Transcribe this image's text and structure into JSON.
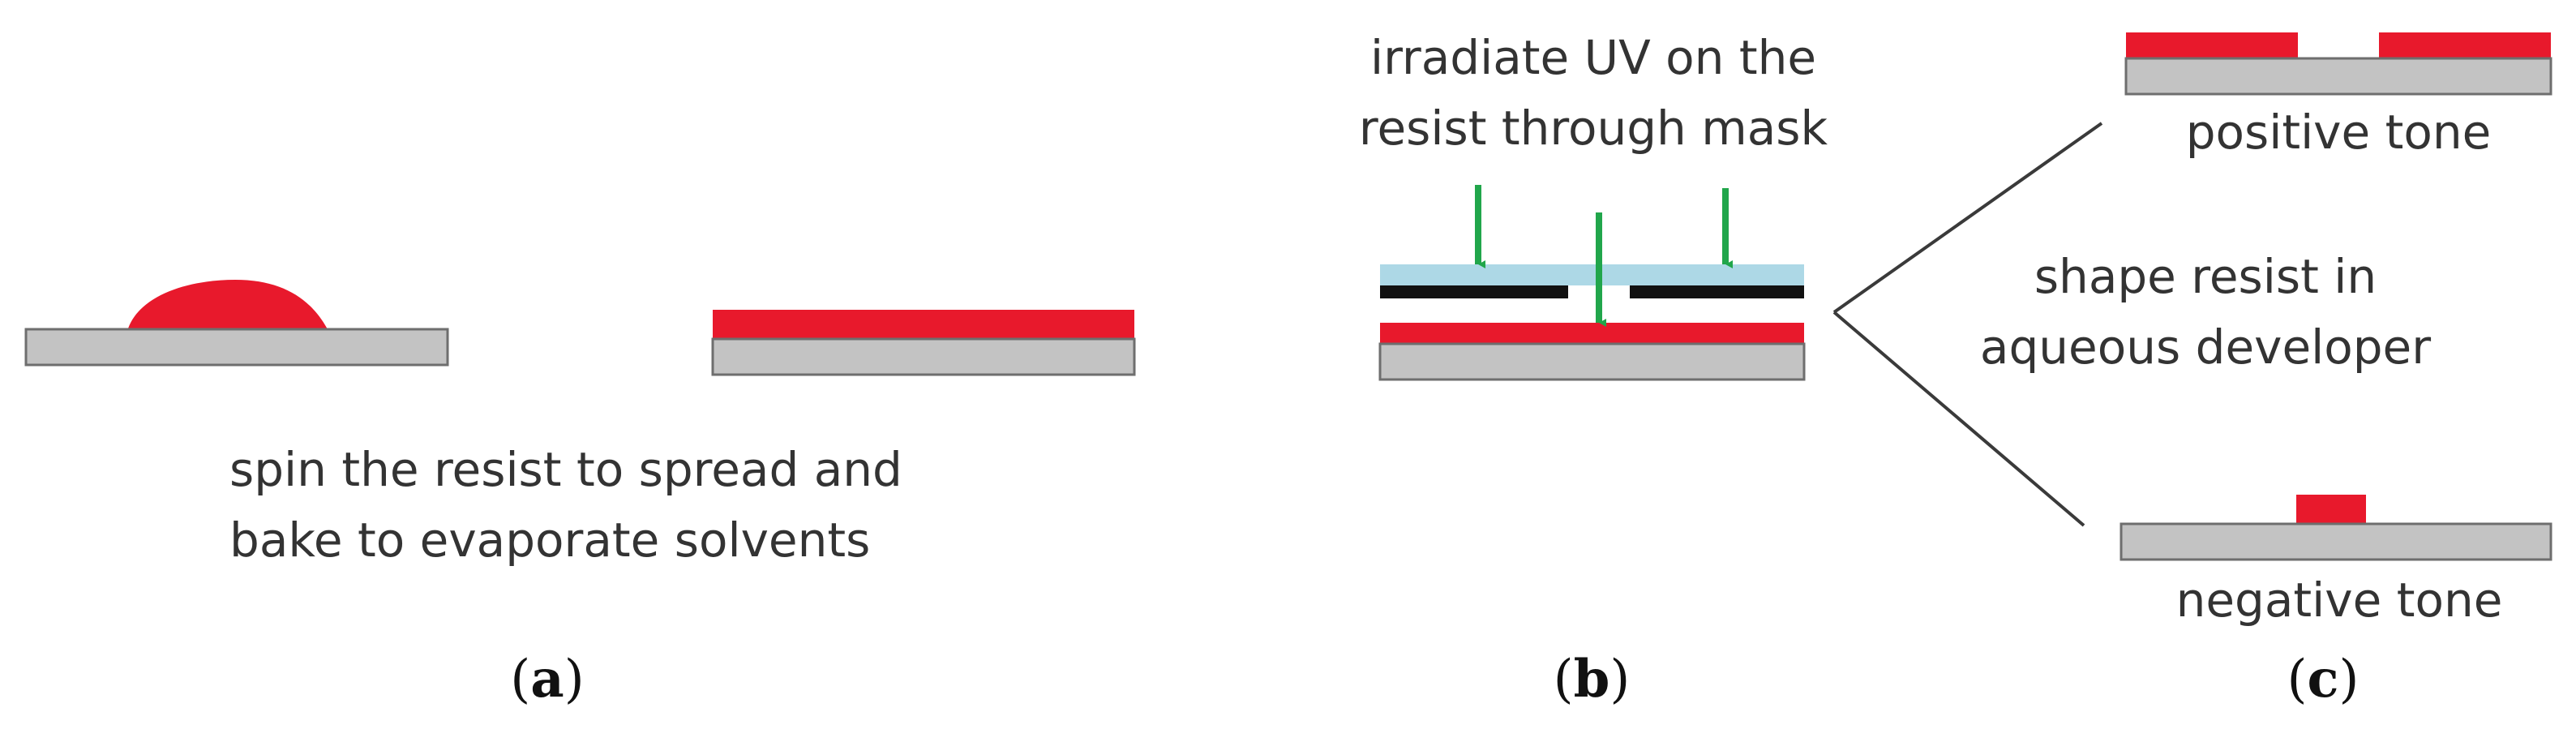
{
  "colors": {
    "resist": "#e8192c",
    "substrate": "#c3c3c3",
    "outline": "#6e6e6e",
    "mask_glass": "#add8e6",
    "mask_chrome": "#111111",
    "uv_arrow": "#21a64b",
    "connector": "#3a3a3a",
    "text": "#333333"
  },
  "panels": {
    "a": {
      "label_letter": "a",
      "caption_line1": "spin the resist to spread and",
      "caption_line2": "bake to evaporate solvents"
    },
    "b": {
      "label_letter": "b",
      "caption_line1": "irradiate UV on the",
      "caption_line2": "resist through mask"
    },
    "c": {
      "label_letter": "c",
      "step_line1": "shape resist in",
      "step_line2": "aqueous developer",
      "positive_label": "positive tone",
      "negative_label": "negative tone"
    }
  }
}
